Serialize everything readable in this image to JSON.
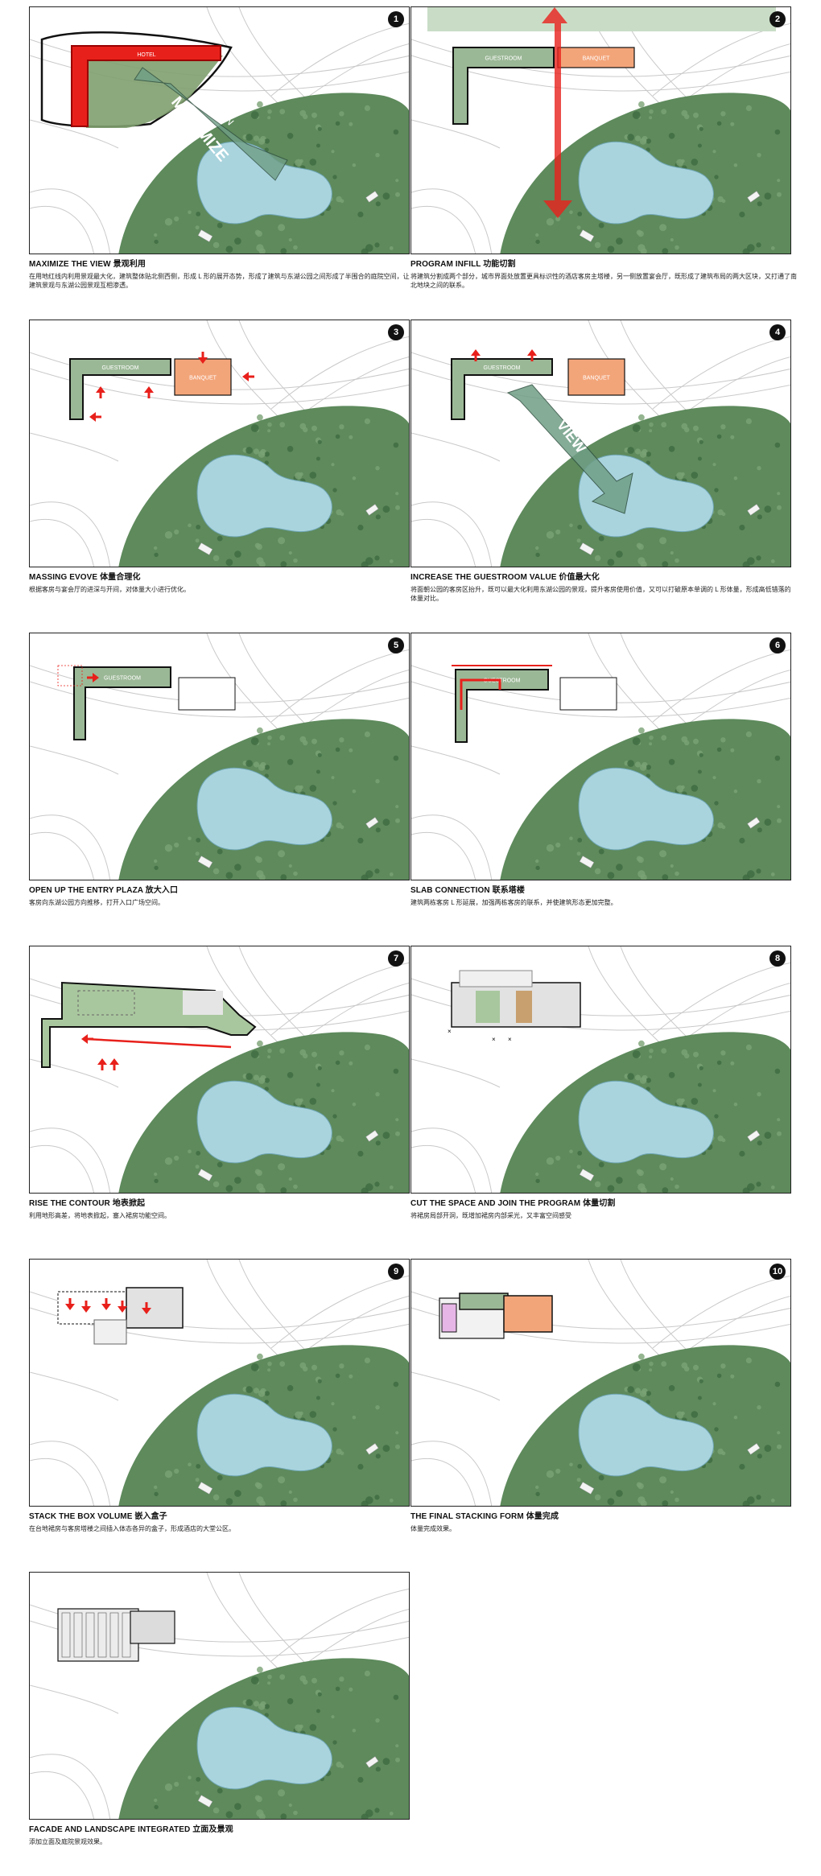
{
  "colors": {
    "park": "#5e8a5c",
    "park_dark": "#3f6a42",
    "lake": "#a9d4de",
    "red": "#e8201b",
    "guestroom": "#9bb896",
    "banquet": "#f3a57a"
  },
  "panels": [
    {
      "number": "1",
      "title": "MAXIMIZE THE VIEW 景观利用",
      "desc": "在用地红线内利用景观最大化，建筑整体贴北侧西侧，形成 L 形的展开态势，形成了建筑与东湖公园之间形成了半围合的庭院空间，让建筑景观与东湖公园景观互相渗透。",
      "labels": {
        "hotel": "HOTEL",
        "garden": "GRADEN",
        "maximize": "MAXIMIZE"
      }
    },
    {
      "number": "2",
      "title": "PROGRAM INFILL 功能切割",
      "desc": "将建筑分割成两个部分，城市界面处放置更具标识性的酒店客房主塔楼，另一侧放置宴会厅，既形成了建筑布局的两大区块，又打通了南北地块之间的联系。",
      "labels": {
        "guestroom": "GUESTROOM",
        "banquet": "BANQUET"
      }
    },
    {
      "number": "3",
      "title": "MASSING EVOVE 体量合理化",
      "desc": "根据客房与宴会厅的进深与开间，对体量大小进行优化。",
      "labels": {
        "guestroom": "GUESTROOM",
        "banquet": "BANQUET"
      }
    },
    {
      "number": "4",
      "title": "INCREASE THE GUESTROOM VALUE 价值最大化",
      "desc": "将面朝公园的客房区抬升，既可以最大化利用东湖公园的景观，提升客房使用价值，又可以打破原本单调的 L 形体量，形成高低错落的体量对比。",
      "labels": {
        "guestroom": "GUESTROOM",
        "banquet": "BANQUET",
        "view": "VIEW"
      }
    },
    {
      "number": "5",
      "title": "OPEN UP THE ENTRY PLAZA 放大入口",
      "desc": "客房向东湖公园方向推移，打开入口广场空间。",
      "labels": {
        "guestroom": "GUESTROOM"
      }
    },
    {
      "number": "6",
      "title": "SLAB CONNECTION 联系塔楼",
      "desc": "建筑两栋客房 L 形延展，加强两栋客房的联系，并使建筑形态更加完整。",
      "labels": {
        "guestroom": "GUESTROOM"
      }
    },
    {
      "number": "7",
      "title": "RISE THE CONTOUR 地表掀起",
      "desc": "利用地形高差，将地表掀起，塞入裙房功能空间。",
      "labels": {}
    },
    {
      "number": "8",
      "title": "CUT THE SPACE AND JOIN THE PROGRAM 体量切割",
      "desc": "将裙房局部开洞，既增加裙房内部采光，又丰富空间感受",
      "labels": {}
    },
    {
      "number": "9",
      "title": "STACK THE BOX VOLUME 嵌入盒子",
      "desc": "在台地裙房与客房塔楼之间插入体态各异的盒子，形成酒店的大堂公区。",
      "labels": {}
    },
    {
      "number": "10",
      "title": "THE FINAL STACKING FORM 体量完成",
      "desc": "体量完成效果。",
      "labels": {}
    },
    {
      "number": "",
      "title": "FACADE AND LANDSCAPE INTEGRATED 立面及景观",
      "desc": "添加立面及庭院景观效果。",
      "labels": {}
    }
  ]
}
